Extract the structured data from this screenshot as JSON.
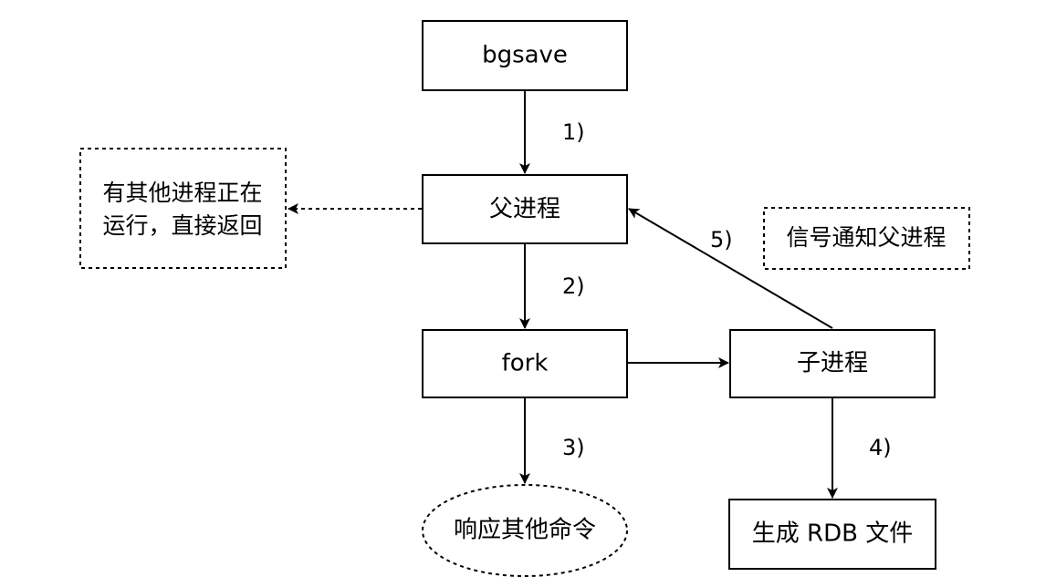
{
  "nodes": {
    "bgsave": "bgsave",
    "parent_process": "父进程",
    "fork": "fork",
    "child_process": "子进程",
    "generate_rdb": "生成 RDB 文件",
    "respond_other": "响应其他命令"
  },
  "notes": {
    "running_line1": "有其他进程正在",
    "running_line2": "运行，直接返回",
    "signal_notify": "信号通知父进程"
  },
  "steps": {
    "s1": "1)",
    "s2": "2)",
    "s3": "3)",
    "s4": "4)",
    "s5": "5)"
  }
}
